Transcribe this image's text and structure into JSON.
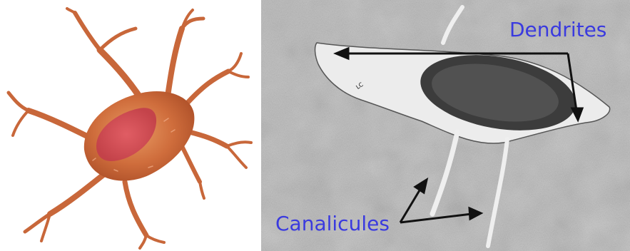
{
  "left": {
    "cell_color": "#c8673a",
    "nucleus_color": "#c8404a"
  },
  "right": {
    "labels": {
      "dendrites": "Dendrites",
      "canalicules": "Canalicules",
      "lc": "LC"
    },
    "label_color": "#3a3adf"
  }
}
